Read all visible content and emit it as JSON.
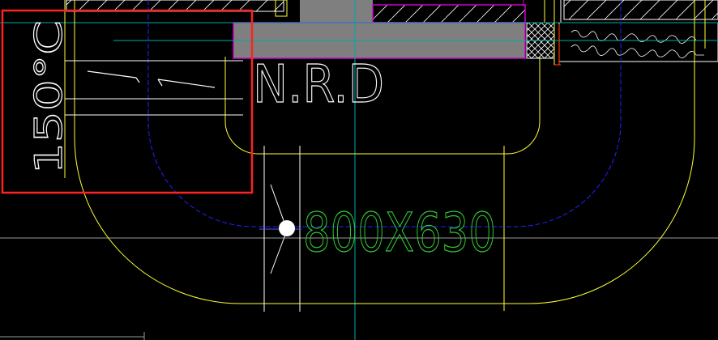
{
  "drawing": {
    "labels": {
      "rotated_temperature": "150°C",
      "tag": "N.R.D",
      "duct_size": "800X630"
    },
    "colors": {
      "background": "#000000",
      "duct_outline": "#ffff33",
      "duct_centerline": "#2222ff",
      "grid_line": "#00aaaa",
      "dimension_text": "#33cc33",
      "white_text": "#ffffff",
      "solid_fill": "#7f7f7f",
      "magenta_edge": "#cc00cc",
      "selection_box": "#ff2222",
      "hatch": "#ffffff"
    }
  }
}
